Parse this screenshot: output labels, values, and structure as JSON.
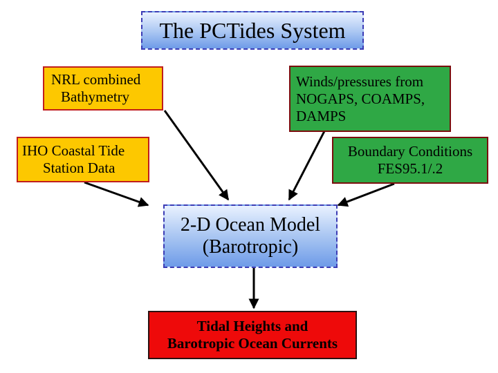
{
  "title": "The PCTides System",
  "inputs": {
    "bathymetry": [
      "NRL combined",
      "Bathymetry"
    ],
    "winds": [
      "Winds/pressures from",
      "NOGAPS, COAMPS,",
      "DAMPS"
    ],
    "tide_stations": [
      "IHO Coastal Tide",
      "Station Data"
    ],
    "boundary": [
      "Boundary Conditions",
      "FES95.1/.2"
    ]
  },
  "model": [
    "2-D Ocean Model",
    "(Barotropic)"
  ],
  "output": [
    "Tidal Heights and",
    "Barotropic Ocean Currents"
  ],
  "colors": {
    "title_gradient": [
      "#e9f1ff",
      "#6e9be8"
    ],
    "yellow_box": "#fdc800",
    "green_box": "#2fa845",
    "red_box": "#ee0a0a",
    "arrow": "#000000"
  }
}
